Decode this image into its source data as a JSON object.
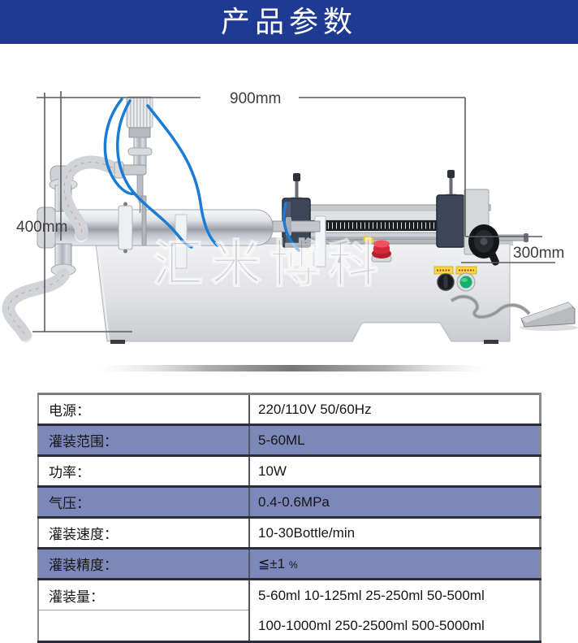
{
  "header": {
    "title": "产品参数"
  },
  "figure": {
    "watermark": "汇米博科",
    "dimensions": {
      "width": "900mm",
      "height": "400mm",
      "depth": "300mm"
    }
  },
  "table": {
    "rows": [
      {
        "label": "电源：",
        "value": "220/110V 50/60Hz"
      },
      {
        "label": "灌装范围：",
        "value": "5-60ML"
      },
      {
        "label": "功率：",
        "value": "10W"
      },
      {
        "label": "气压：",
        "value": "0.4-0.6MPa"
      },
      {
        "label": "灌装速度：",
        "value": "10-30Bottle/min"
      },
      {
        "label": "灌装精度：",
        "value": "≦±1",
        "value_small": "%"
      },
      {
        "label": "灌装量：",
        "value": "5-60ml 10-125ml 25-250ml 50-500ml",
        "value_line2": "100-1000ml 250-2500ml 500-5000ml"
      }
    ]
  },
  "colors": {
    "banner_blue": "#1f3a93",
    "row_blue": "#7d88ba",
    "border_dark": "#2b2d3a",
    "border_gray": "#8c8c8c",
    "tube_blue": "#1b7cd6"
  }
}
